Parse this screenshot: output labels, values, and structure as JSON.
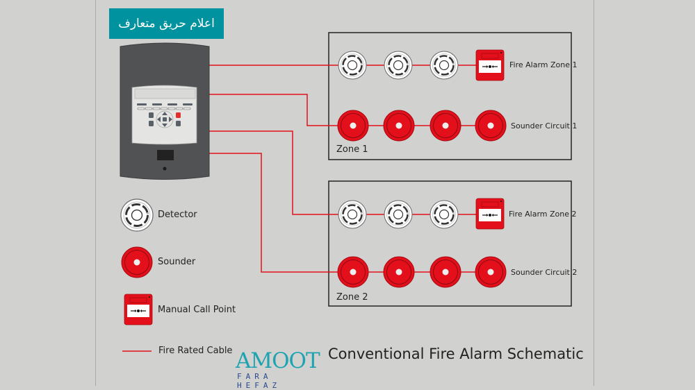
{
  "header": {
    "title": "اعلام حریق متعارف"
  },
  "zones": [
    {
      "name": "Zone 1",
      "detector_circuit_label": "Fire Alarm Zone 1",
      "sounder_circuit_label": "Sounder Circuit 1",
      "detector_count": 3,
      "sounder_count": 4,
      "call_points": 1
    },
    {
      "name": "Zone 2",
      "detector_circuit_label": "Fire Alarm Zone 2",
      "sounder_circuit_label": "Sounder Circuit 2",
      "detector_count": 3,
      "sounder_count": 4,
      "call_points": 1
    }
  ],
  "legend": {
    "detector": "Detector",
    "sounder": "Sounder",
    "manual_call_point": "Manual Call Point",
    "cable": "Fire Rated Cable"
  },
  "footer": {
    "title": "Conventional Fire Alarm Schematic",
    "logo_main": "AMOOT",
    "logo_sub": "FARA HEFAZ"
  },
  "colors": {
    "background": "#d1d1cf",
    "accent": "#00939f",
    "cable": "#e3101c",
    "sounder": "#e3101c",
    "panel": "#505254"
  }
}
